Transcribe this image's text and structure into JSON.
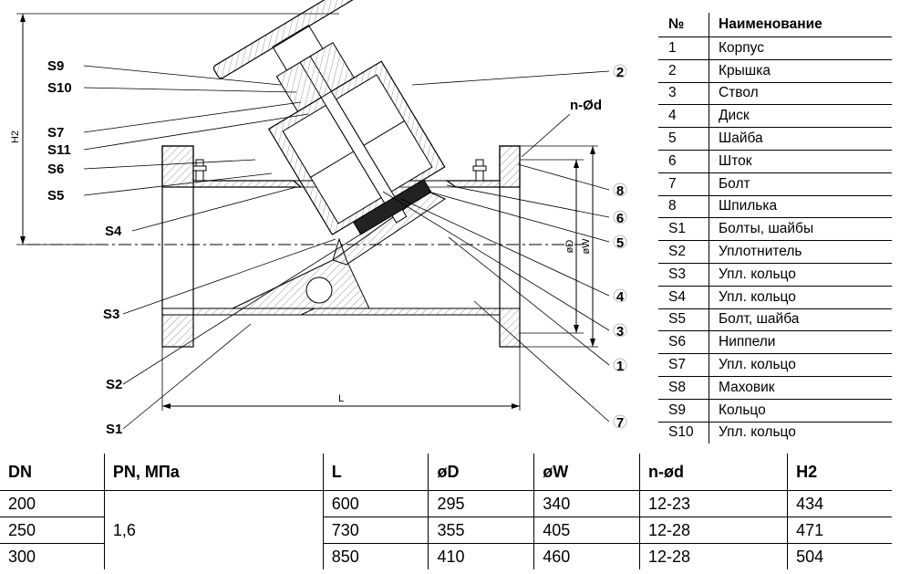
{
  "drawing": {
    "labels": {
      "S9": "S9",
      "S10": "S10",
      "S7": "S7",
      "S11": "S11",
      "S6": "S6",
      "S5": "S5",
      "S4": "S4",
      "S3": "S3",
      "S2": "S2",
      "S1": "S1",
      "n2": "2",
      "n8": "8",
      "n6": "6",
      "n5": "5",
      "n4": "4",
      "n3": "3",
      "n1": "1",
      "n7": "7",
      "nod": "n-Ød",
      "H2": "H2",
      "L": "L",
      "oD": "øD",
      "oW": "øW"
    }
  },
  "parts_table": {
    "headers": [
      "№",
      "Наименование"
    ],
    "rows": [
      [
        "1",
        "Корпус"
      ],
      [
        "2",
        "Крышка"
      ],
      [
        "3",
        "Ствол"
      ],
      [
        "4",
        "Диск"
      ],
      [
        "5",
        "Шайба"
      ],
      [
        "6",
        "Шток"
      ],
      [
        "7",
        "Болт"
      ],
      [
        "8",
        "Шпилька"
      ],
      [
        "S1",
        "Болты, шайбы"
      ],
      [
        "S2",
        "Уплотнитель"
      ],
      [
        "S3",
        "Упл. кольцо"
      ],
      [
        "S4",
        "Упл. кольцо"
      ],
      [
        "S5",
        "Болт, шайба"
      ],
      [
        "S6",
        "Ниппели"
      ],
      [
        "S7",
        "Упл. кольцо"
      ],
      [
        "S8",
        "Маховик"
      ],
      [
        "S9",
        "Кольцо"
      ],
      [
        "S10",
        "Упл. кольцо"
      ]
    ]
  },
  "dims_table": {
    "headers": [
      "DN",
      "PN, МПа",
      "L",
      "øD",
      "øW",
      "n-ød",
      "H2"
    ],
    "pn_value": "1,6",
    "rows": [
      {
        "dn": "200",
        "l": "600",
        "d": "295",
        "w": "340",
        "nod": "12-23",
        "h2": "434"
      },
      {
        "dn": "250",
        "l": "730",
        "d": "355",
        "w": "405",
        "nod": "12-28",
        "h2": "471"
      },
      {
        "dn": "300",
        "l": "850",
        "d": "410",
        "w": "460",
        "nod": "12-28",
        "h2": "504"
      }
    ]
  }
}
